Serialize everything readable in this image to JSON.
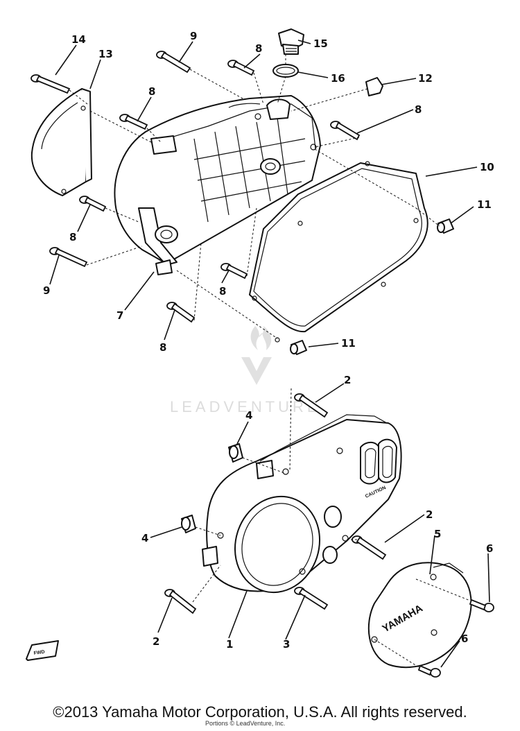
{
  "diagram": {
    "callouts": {
      "c1": "1",
      "c2a": "2",
      "c2b": "2",
      "c2c": "2",
      "c3": "3",
      "c4a": "4",
      "c4b": "4",
      "c5": "5",
      "c6a": "6",
      "c6b": "6",
      "c7": "7",
      "c8a": "8",
      "c8b": "8",
      "c8c": "8",
      "c8d": "8",
      "c8e": "8",
      "c8f": "8",
      "c9a": "9",
      "c9b": "9",
      "c10": "10",
      "c11a": "11",
      "c11b": "11",
      "c12": "12",
      "c13": "13",
      "c14": "14",
      "c15": "15",
      "c16": "16"
    },
    "cover_logo_text": "YAMAHA",
    "cover_small_label": "CAUTION",
    "front_marker_text": "FWD",
    "watermark_text": "LEADVENTURE",
    "stamp_text": "Portions © LeadVenture, Inc."
  },
  "footer": {
    "copyright": "©2013 Yamaha Motor Corporation, U.S.A. All rights reserved."
  },
  "colors": {
    "line": "#111111",
    "background": "#ffffff",
    "watermark": "#d9d9d9"
  }
}
